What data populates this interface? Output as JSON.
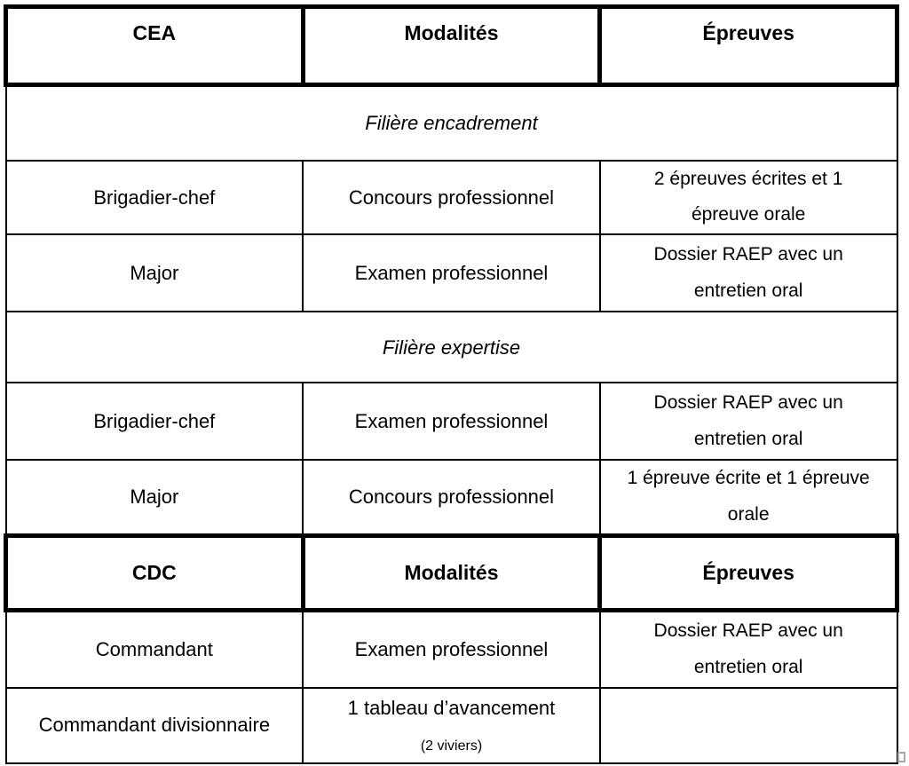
{
  "document": {
    "background_color": "#ffffff",
    "border_color": "#000000",
    "text_color": "#000000",
    "marker_color": "#a9a9a9"
  },
  "table": {
    "cea_header": {
      "career_path": "CEA",
      "modalities": "Modalités",
      "exams": "Épreuves"
    },
    "encadrement": {
      "section_title": "Filière encadrement",
      "rows": [
        {
          "grade": "Brigadier-chef",
          "modality": "Concours professionnel",
          "exam": "2 épreuves écrites et 1\népreuve orale"
        },
        {
          "grade": "Major",
          "modality": "Examen professionnel",
          "exam": "Dossier RAEP avec un\nentretien oral"
        }
      ]
    },
    "expertise": {
      "section_title": "Filière expertise",
      "rows": [
        {
          "grade": "Brigadier-chef",
          "modality": "Examen professionnel",
          "exam": "Dossier RAEP avec un\nentretien oral"
        },
        {
          "grade": "Major",
          "modality": "Concours professionnel",
          "exam": "1 épreuve écrite et 1 épreuve\norale"
        }
      ]
    },
    "cdc_header": {
      "career_path": "CDC",
      "modalities": "Modalités",
      "exams": "Épreuves"
    },
    "cdc": {
      "rows": [
        {
          "grade": "Commandant",
          "modality": "Examen professionnel",
          "exam": "Dossier RAEP avec un\nentretien oral"
        },
        {
          "grade": "Commandant divisionnaire",
          "modality": "1 tableau d’avancement",
          "modality_note": "(2 viviers)",
          "exam": ""
        }
      ]
    }
  }
}
